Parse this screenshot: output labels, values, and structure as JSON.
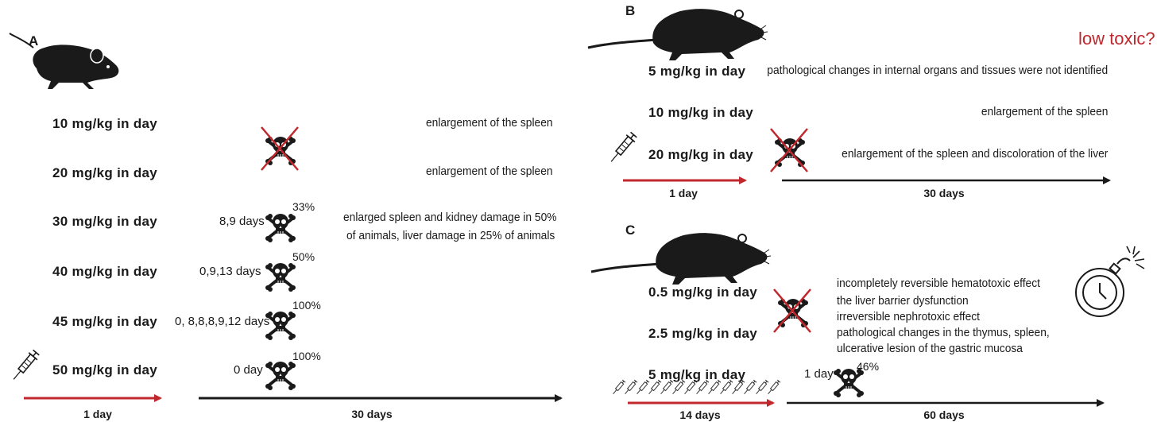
{
  "panel_a": {
    "label": "A",
    "rows": [
      {
        "dose": "10 mg/kg in day",
        "effect": "enlargement of the spleen"
      },
      {
        "dose": "20 mg/kg in day",
        "effect": "enlargement of the spleen"
      },
      {
        "dose": "30 mg/kg in day",
        "days": "8,9 days",
        "percent": "33%",
        "effect_line1": "enlarged spleen and kidney damage in 50%",
        "effect_line2": "of animals, liver damage in 25% of animals"
      },
      {
        "dose": "40 mg/kg in day",
        "days": "0,9,13 days",
        "percent": "50%"
      },
      {
        "dose": "45 mg/kg in day",
        "days": "0, 8,8,8,9,12 days",
        "percent": "100%"
      },
      {
        "dose": "50 mg/kg in day",
        "days": "0 day",
        "percent": "100%"
      }
    ],
    "arrow_red_label": "1 day",
    "arrow_black_label": "30 days"
  },
  "panel_b": {
    "label": "B",
    "rows": [
      {
        "dose": "5 mg/kg in day",
        "effect": "pathological changes in internal organs and tissues were not identified"
      },
      {
        "dose": "10 mg/kg in day",
        "effect": "enlargement of the spleen"
      },
      {
        "dose": "20 mg/kg in day",
        "effect": "enlargement of the spleen and discoloration of the liver"
      }
    ],
    "low_toxic": "low toxic?",
    "arrow_red_label": "1 day",
    "arrow_black_label": "30 days"
  },
  "panel_c": {
    "label": "C",
    "rows": [
      {
        "dose": "0.5 mg/kg in day"
      },
      {
        "dose": "2.5 mg/kg in day"
      },
      {
        "dose": "5 mg/kg in day",
        "days": "1 day",
        "percent": "46%"
      }
    ],
    "effects": [
      "incompletely reversible hematotoxic effect",
      "the liver barrier dysfunction",
      "irreversible nephrotoxic effect",
      "pathological changes in the thymus, spleen,",
      "ulcerative lesion of the gastric mucosa"
    ],
    "arrow_red_label": "14 days",
    "arrow_black_label": "60 days"
  },
  "colors": {
    "red": "#c0282d",
    "black": "#1a1a1a"
  },
  "icons": [
    "mouse-icon",
    "rat-icon",
    "syringe-icon",
    "skull-icon",
    "crossed-skull-icon",
    "bomb-clock-icon"
  ]
}
